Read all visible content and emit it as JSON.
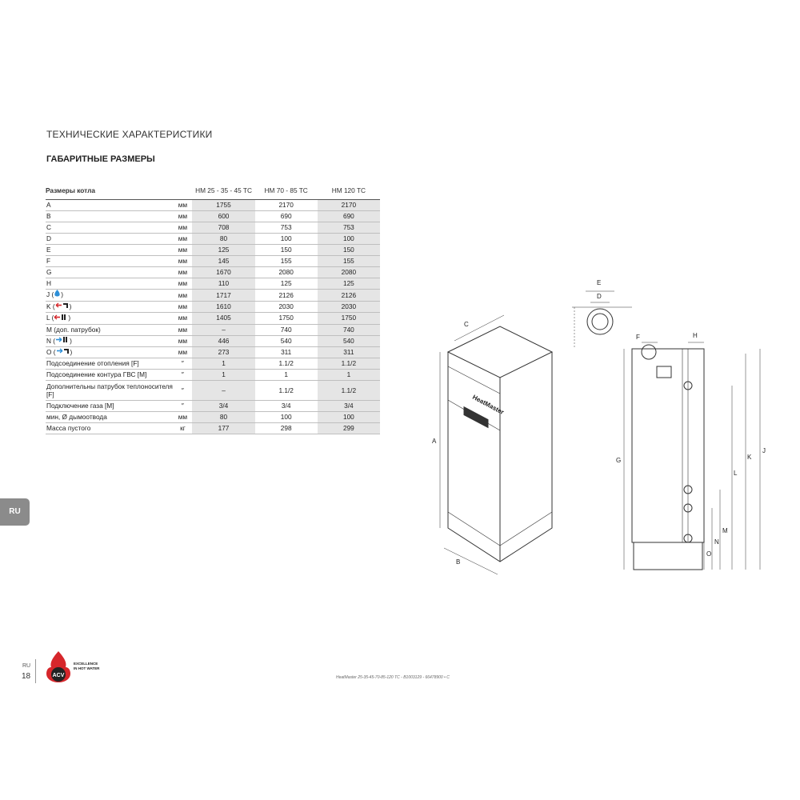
{
  "header": {
    "section_title": "ТЕХНИЧЕСКИЕ ХАРАКТЕРИСТИКИ",
    "subtitle": "ГАБАРИТНЫЕ РАЗМЕРЫ"
  },
  "table": {
    "header_label": "Размеры котла",
    "columns": [
      "HM 25 - 35 - 45 TC",
      "HM 70 - 85 TC",
      "HM 120 TC"
    ],
    "rows": [
      {
        "name": "A",
        "unit": "мм",
        "values": [
          "1755",
          "2170",
          "2170"
        ]
      },
      {
        "name": "B",
        "unit": "мм",
        "values": [
          "600",
          "690",
          "690"
        ]
      },
      {
        "name": "C",
        "unit": "мм",
        "values": [
          "708",
          "753",
          "753"
        ]
      },
      {
        "name": "D",
        "unit": "мм",
        "values": [
          "80",
          "100",
          "100"
        ]
      },
      {
        "name": "E",
        "unit": "мм",
        "values": [
          "125",
          "150",
          "150"
        ]
      },
      {
        "name": "F",
        "unit": "мм",
        "values": [
          "145",
          "155",
          "155"
        ]
      },
      {
        "name": "G",
        "unit": "мм",
        "values": [
          "1670",
          "2080",
          "2080"
        ]
      },
      {
        "name": "H",
        "unit": "мм",
        "values": [
          "110",
          "125",
          "125"
        ]
      },
      {
        "name": "J (",
        "icon": "flame-icon",
        "name_suffix": ")",
        "unit": "мм",
        "values": [
          "1717",
          "2126",
          "2126"
        ]
      },
      {
        "name": "K (",
        "icon": "hot-water-tap-icon",
        "name_suffix": ")",
        "unit": "мм",
        "values": [
          "1610",
          "2030",
          "2030"
        ]
      },
      {
        "name": "L (",
        "icon": "cold-water-return-icon",
        "name_suffix": ")",
        "unit": "мм",
        "values": [
          "1405",
          "1750",
          "1750"
        ]
      },
      {
        "name": "M (доп. патрубок)",
        "unit": "мм",
        "values": [
          "–",
          "740",
          "740"
        ]
      },
      {
        "name": "N (",
        "icon": "radiator-flow-icon",
        "name_suffix": ")",
        "unit": "мм",
        "values": [
          "446",
          "540",
          "540"
        ]
      },
      {
        "name": "O (",
        "icon": "tap-flow-icon",
        "name_suffix": ")",
        "unit": "мм",
        "values": [
          "273",
          "311",
          "311"
        ]
      },
      {
        "name": "Подсоединение отопления [F]",
        "unit": "″",
        "values": [
          "1",
          "1.1/2",
          "1.1/2"
        ]
      },
      {
        "name": "Подсоединение контура ГВС [M]",
        "unit": "″",
        "values": [
          "1",
          "1",
          "1"
        ]
      },
      {
        "name": "Дополнительны патрубок теплоносителя [F]",
        "unit": "″",
        "values": [
          "–",
          "1.1/2",
          "1.1/2"
        ],
        "double": true
      },
      {
        "name": "Подключение газа [M]",
        "unit": "″",
        "values": [
          "3/4",
          "3/4",
          "3/4"
        ]
      },
      {
        "name": "мин, Ø дымоотвода",
        "unit": "мм",
        "values": [
          "80",
          "100",
          "100"
        ]
      },
      {
        "name": "Масса пустого",
        "unit": "кг",
        "values": [
          "177",
          "298",
          "299"
        ]
      }
    ]
  },
  "diagram": {
    "labels": [
      "A",
      "B",
      "C",
      "D",
      "E",
      "F",
      "G",
      "H",
      "J",
      "K",
      "L",
      "M",
      "N",
      "O"
    ],
    "brand_text": "HeatMaster"
  },
  "sidebar": {
    "language_tab": "RU"
  },
  "footer": {
    "language": "RU",
    "page_number": "18",
    "logo_text": "ACV",
    "tagline_line1": "EXCELLENCE",
    "tagline_line2": "IN HOT WATER",
    "document_code": "HeatMaster 25-35-45-70-85-120 TC - B1003129 - 66478900 • C"
  },
  "colors": {
    "tab_gray": "#8b8b8b",
    "table_shade": "#e5e5e5",
    "arrow_red": "#d6262b",
    "arrow_blue": "#2d8fd8"
  }
}
